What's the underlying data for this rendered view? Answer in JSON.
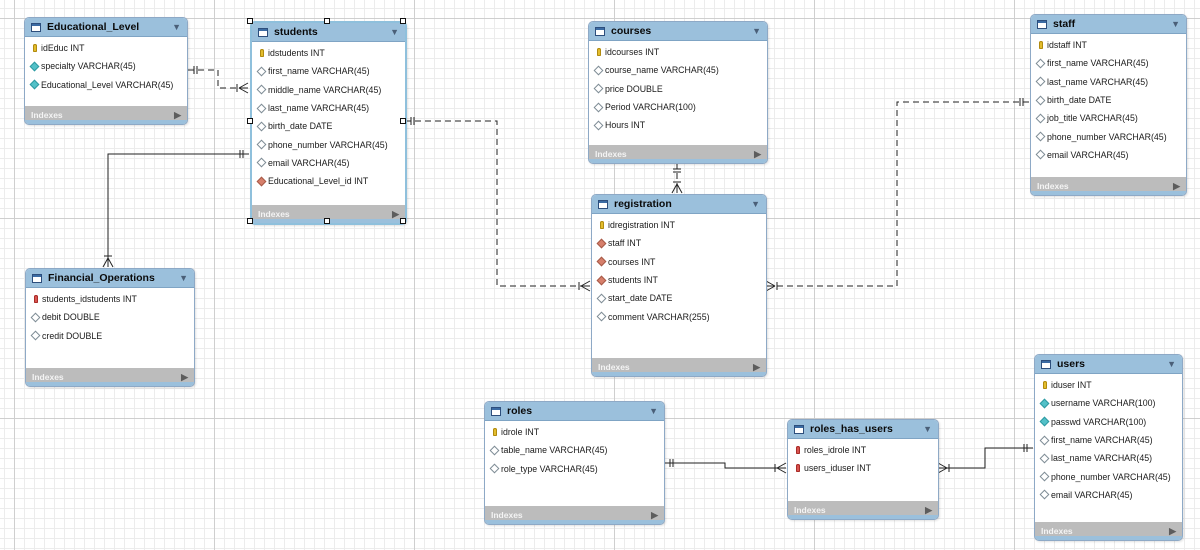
{
  "diagram": {
    "tables": [
      {
        "id": "educational_level",
        "name": "Educational_Level",
        "columns": [
          {
            "icon": "pk-icon",
            "text": "idEduc INT"
          },
          {
            "icon": "column-nn-icon",
            "text": "specialty VARCHAR(45)"
          },
          {
            "icon": "column-nn-icon",
            "text": "Educational_Level VARCHAR(45)"
          }
        ],
        "footer": "Indexes"
      },
      {
        "id": "students",
        "name": "students",
        "selected": true,
        "columns": [
          {
            "icon": "pk-icon",
            "text": "idstudents INT"
          },
          {
            "icon": "column-icon",
            "text": "first_name VARCHAR(45)"
          },
          {
            "icon": "column-icon",
            "text": "middle_name VARCHAR(45)"
          },
          {
            "icon": "column-icon",
            "text": "last_name VARCHAR(45)"
          },
          {
            "icon": "column-icon",
            "text": "birth_date DATE"
          },
          {
            "icon": "column-icon",
            "text": "phone_number VARCHAR(45)"
          },
          {
            "icon": "column-icon",
            "text": "email VARCHAR(45)"
          },
          {
            "icon": "fk-column-icon",
            "text": "Educational_Level_id INT"
          }
        ],
        "footer": "Indexes"
      },
      {
        "id": "courses",
        "name": "courses",
        "columns": [
          {
            "icon": "pk-icon",
            "text": "idcourses INT"
          },
          {
            "icon": "column-icon",
            "text": "course_name VARCHAR(45)"
          },
          {
            "icon": "column-icon",
            "text": "price DOUBLE"
          },
          {
            "icon": "column-icon",
            "text": "Period VARCHAR(100)"
          },
          {
            "icon": "column-icon",
            "text": "Hours INT"
          }
        ],
        "footer": "Indexes"
      },
      {
        "id": "staff",
        "name": "staff",
        "columns": [
          {
            "icon": "pk-icon",
            "text": "idstaff INT"
          },
          {
            "icon": "column-icon",
            "text": "first_name VARCHAR(45)"
          },
          {
            "icon": "column-icon",
            "text": "last_name VARCHAR(45)"
          },
          {
            "icon": "column-icon",
            "text": "birth_date DATE"
          },
          {
            "icon": "column-icon",
            "text": "job_title VARCHAR(45)"
          },
          {
            "icon": "column-icon",
            "text": "phone_number VARCHAR(45)"
          },
          {
            "icon": "column-icon",
            "text": "email VARCHAR(45)"
          }
        ],
        "footer": "Indexes"
      },
      {
        "id": "financial_operations",
        "name": "Financial_Operations",
        "columns": [
          {
            "icon": "fk-pk-icon",
            "text": "students_idstudents INT"
          },
          {
            "icon": "column-icon",
            "text": "debit DOUBLE"
          },
          {
            "icon": "column-icon",
            "text": "credit DOUBLE"
          }
        ],
        "footer": "Indexes"
      },
      {
        "id": "registration",
        "name": "registration",
        "columns": [
          {
            "icon": "pk-icon",
            "text": "idregistration INT"
          },
          {
            "icon": "fk-column-icon",
            "text": "staff INT"
          },
          {
            "icon": "fk-column-icon",
            "text": "courses INT"
          },
          {
            "icon": "fk-column-icon",
            "text": "students INT"
          },
          {
            "icon": "column-icon",
            "text": "start_date DATE"
          },
          {
            "icon": "column-icon",
            "text": "comment VARCHAR(255)"
          }
        ],
        "footer": "Indexes"
      },
      {
        "id": "users",
        "name": "users",
        "columns": [
          {
            "icon": "pk-icon",
            "text": "iduser INT"
          },
          {
            "icon": "column-nn-icon",
            "text": "username VARCHAR(100)"
          },
          {
            "icon": "column-nn-icon",
            "text": "passwd VARCHAR(100)"
          },
          {
            "icon": "column-icon",
            "text": "first_name VARCHAR(45)"
          },
          {
            "icon": "column-icon",
            "text": "last_name VARCHAR(45)"
          },
          {
            "icon": "column-icon",
            "text": "phone_number VARCHAR(45)"
          },
          {
            "icon": "column-icon",
            "text": "email VARCHAR(45)"
          }
        ],
        "footer": "Indexes"
      },
      {
        "id": "roles",
        "name": "roles",
        "columns": [
          {
            "icon": "pk-icon",
            "text": "idrole INT"
          },
          {
            "icon": "column-icon",
            "text": "table_name VARCHAR(45)"
          },
          {
            "icon": "column-icon",
            "text": "role_type VARCHAR(45)"
          }
        ],
        "footer": "Indexes"
      },
      {
        "id": "roles_has_users",
        "name": "roles_has_users",
        "columns": [
          {
            "icon": "fk-pk-icon",
            "text": "roles_idrole INT"
          },
          {
            "icon": "fk-pk-icon",
            "text": "users_iduser INT"
          }
        ],
        "footer": "Indexes"
      }
    ],
    "relationships": [
      {
        "from": "educational_level",
        "to": "students",
        "kind": "one-to-many",
        "style": "dashed"
      },
      {
        "from": "students",
        "to": "financial_operations",
        "kind": "one-to-many",
        "style": "solid"
      },
      {
        "from": "students",
        "to": "registration",
        "kind": "one-to-many",
        "style": "dashed"
      },
      {
        "from": "courses",
        "to": "registration",
        "kind": "one-to-many",
        "style": "dashed"
      },
      {
        "from": "staff",
        "to": "registration",
        "kind": "one-to-many",
        "style": "dashed"
      },
      {
        "from": "roles",
        "to": "roles_has_users",
        "kind": "one-to-many",
        "style": "solid"
      },
      {
        "from": "users",
        "to": "roles_has_users",
        "kind": "one-to-many",
        "style": "solid"
      }
    ],
    "colors": {
      "header": "#9bc0dc",
      "border": "#8ea9c6",
      "footer": "#bcbcbc",
      "line": "#222222",
      "pk_key": "#e3bd2c",
      "fk_key": "#d9534f"
    }
  }
}
